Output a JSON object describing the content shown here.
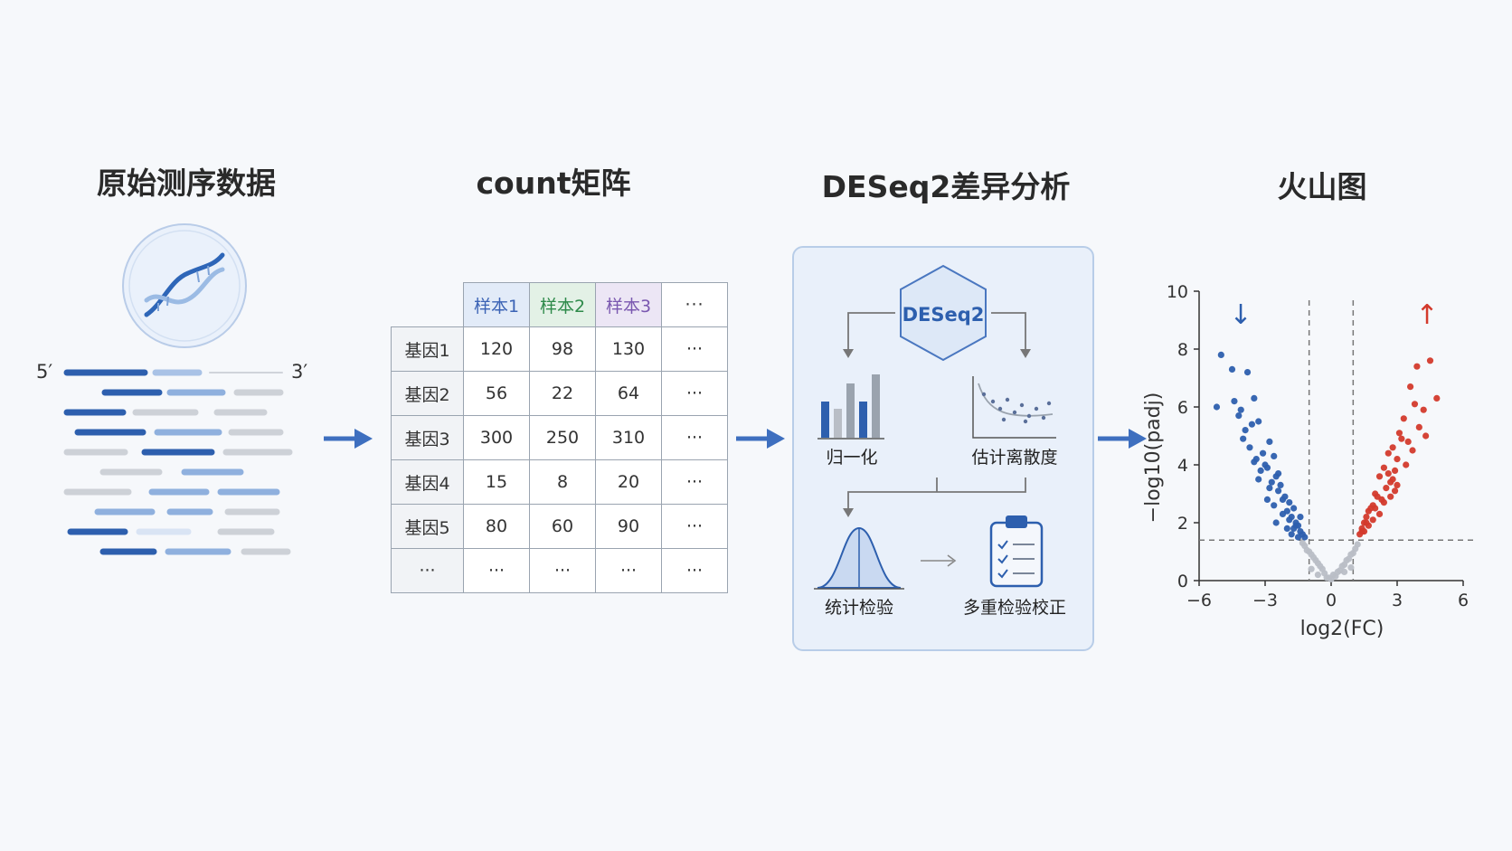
{
  "titles": {
    "raw": "原始测序数据",
    "matrix": "count矩阵",
    "deseq": "DESeq2差异分析",
    "volcano": "火山图"
  },
  "reads": {
    "five_prime": "5′",
    "three_prime": "3′"
  },
  "matrix": {
    "headers": [
      "样本1",
      "样本2",
      "样本3",
      "···"
    ],
    "rows": [
      {
        "gene": "基因1",
        "values": [
          "120",
          "98",
          "130",
          "···"
        ]
      },
      {
        "gene": "基因2",
        "values": [
          "56",
          "22",
          "64",
          "···"
        ]
      },
      {
        "gene": "基因3",
        "values": [
          "300",
          "250",
          "310",
          "···"
        ]
      },
      {
        "gene": "基因4",
        "values": [
          "15",
          "8",
          "20",
          "···"
        ]
      },
      {
        "gene": "基因5",
        "values": [
          "80",
          "60",
          "90",
          "···"
        ]
      },
      {
        "gene": "···",
        "values": [
          "···",
          "···",
          "···",
          "···"
        ]
      }
    ]
  },
  "deseq": {
    "core": "DESeq2",
    "steps": [
      "归一化",
      "估计离散度",
      "统计检验",
      "多重检验校正"
    ]
  },
  "volcano": {
    "xlabel": "log2(FC)",
    "ylabel": "−log10(padj)",
    "down_arrow": "↓",
    "up_arrow": "↑"
  },
  "colors": {
    "accent": "#3e6fbf",
    "down": "#2d5fae",
    "up": "#d33a2c",
    "ns": "#b9bec6"
  },
  "chart_data": {
    "type": "scatter",
    "title": "火山图",
    "xlabel": "log2(FC)",
    "ylabel": "−log10(padj)",
    "xlim": [
      -6,
      6
    ],
    "ylim": [
      0,
      10
    ],
    "xticks": [
      -6,
      -3,
      0,
      3,
      6
    ],
    "yticks": [
      0,
      2,
      4,
      6,
      8,
      10
    ],
    "thresholds": {
      "log2fc": [
        -1,
        1
      ],
      "padj_line": 1.4
    },
    "series": [
      {
        "name": "down",
        "color": "#2d5fae",
        "x": [
          -5.0,
          -4.5,
          -4.4,
          -3.8,
          -5.2,
          -4.2,
          -3.5,
          -3.9,
          -4.0,
          -3.6,
          -3.3,
          -3.1,
          -3.7,
          -3.4,
          -2.9,
          -3.2,
          -2.8,
          -3.0,
          -2.6,
          -2.7,
          -2.5,
          -2.4,
          -2.3,
          -2.2,
          -2.6,
          -2.1,
          -2.0,
          -1.9,
          -1.8,
          -1.7,
          -1.6,
          -1.5,
          -1.4,
          -2.4,
          -2.2,
          -2.0,
          -1.8,
          -1.6,
          -1.5,
          -1.3,
          -2.8,
          -3.3,
          -2.5,
          -1.9,
          -1.7,
          -1.4,
          -1.2,
          -2.9,
          -3.5,
          -4.1
        ],
        "y": [
          7.8,
          7.3,
          6.2,
          7.2,
          6.0,
          5.7,
          6.3,
          5.2,
          4.9,
          5.4,
          5.5,
          4.4,
          4.6,
          4.2,
          3.9,
          3.8,
          4.8,
          4.0,
          4.3,
          3.4,
          3.6,
          3.1,
          3.3,
          2.8,
          2.6,
          2.9,
          2.4,
          2.7,
          2.2,
          2.5,
          2.0,
          1.9,
          1.7,
          3.7,
          2.3,
          1.8,
          1.6,
          1.9,
          1.5,
          1.6,
          3.2,
          3.5,
          2.0,
          2.1,
          1.8,
          2.2,
          1.5,
          2.8,
          4.1,
          5.9
        ]
      },
      {
        "name": "up",
        "color": "#d33a2c",
        "x": [
          4.5,
          4.8,
          3.9,
          4.2,
          3.6,
          4.0,
          3.3,
          3.5,
          3.1,
          2.8,
          3.0,
          2.6,
          2.9,
          2.4,
          2.7,
          2.2,
          2.5,
          2.0,
          2.3,
          1.9,
          1.7,
          1.6,
          1.5,
          1.4,
          2.1,
          1.8,
          3.2,
          3.8,
          2.6,
          2.4,
          2.2,
          1.9,
          1.7,
          1.5,
          1.3,
          3.4,
          2.9,
          2.7,
          4.3,
          3.7,
          2.0,
          1.6,
          1.4,
          2.8,
          3.0
        ],
        "y": [
          7.6,
          6.3,
          7.4,
          5.9,
          6.7,
          5.3,
          5.6,
          4.8,
          5.1,
          4.6,
          4.2,
          4.4,
          3.8,
          3.9,
          3.4,
          3.6,
          3.2,
          3.0,
          2.8,
          2.6,
          2.4,
          2.2,
          2.0,
          1.8,
          2.9,
          2.5,
          4.9,
          6.1,
          3.7,
          2.7,
          2.3,
          2.1,
          1.9,
          1.7,
          1.6,
          4.0,
          3.1,
          2.9,
          5.0,
          4.5,
          2.5,
          2.0,
          1.7,
          3.5,
          3.3
        ]
      },
      {
        "name": "ns",
        "color": "#b9bec6",
        "x": [
          -0.2,
          0.1,
          -0.4,
          0.3,
          -0.6,
          0.5,
          -0.8,
          0.7,
          -1.0,
          0.9,
          -1.2,
          1.1,
          0.0,
          -0.3,
          0.4,
          -0.5,
          0.6,
          -0.7,
          0.8,
          -0.9,
          1.0,
          -1.1,
          0.2,
          -0.1,
          -1.3,
          1.2,
          -0.6,
          0.6,
          -0.9,
          0.9
        ],
        "y": [
          0.1,
          0.2,
          0.4,
          0.3,
          0.6,
          0.5,
          0.8,
          0.7,
          1.0,
          0.9,
          1.2,
          1.1,
          0.05,
          0.25,
          0.35,
          0.5,
          0.55,
          0.7,
          0.75,
          0.9,
          0.95,
          1.05,
          0.15,
          0.1,
          1.3,
          1.25,
          0.2,
          0.3,
          0.4,
          0.45
        ]
      }
    ]
  }
}
